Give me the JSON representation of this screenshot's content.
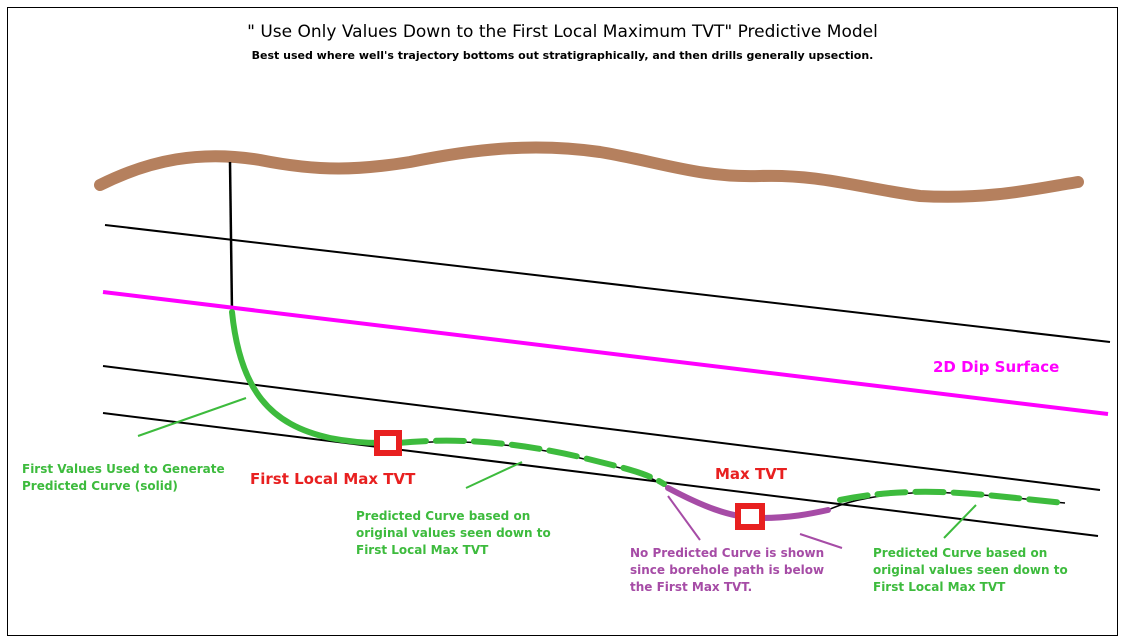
{
  "title": "\" Use Only Values Down to the First Local Maximum TVT\" Predictive Model",
  "subtitle": "Best used where well's trajectory bottoms out stratigraphically, and then drills generally upsection.",
  "labels": {
    "dip_surface": "2D Dip Surface",
    "first_local_max": "First Local Max TVT",
    "max_tvt": "Max TVT",
    "first_values": [
      "First Values Used to Generate",
      "Predicted Curve (solid)"
    ],
    "predicted_left": [
      "Predicted Curve based on",
      "original values seen down to",
      "First Local Max TVT"
    ],
    "no_predicted": [
      "No Predicted Curve is shown",
      "since borehole path is below",
      "the First Max TVT."
    ],
    "predicted_right": [
      "Predicted Curve based on",
      "original values seen down to",
      "First Local Max TVT"
    ]
  },
  "colors": {
    "surface": "#b5805e",
    "dip": "#ff00ff",
    "predicted": "#3dbb3d",
    "no_predicted": "#a64ca6",
    "marker": "#e82020"
  }
}
